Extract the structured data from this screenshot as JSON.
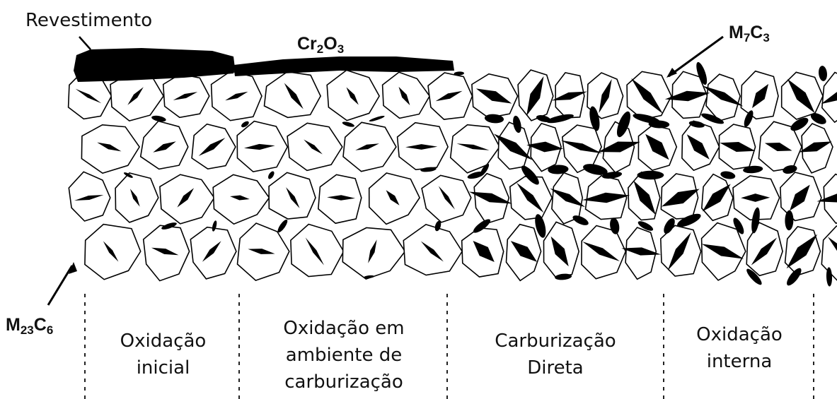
{
  "labels": {
    "coating": "Revestimento",
    "cr2o3": {
      "base1": "Cr",
      "sub1": "2",
      "base2": "O",
      "sub2": "3"
    },
    "m7c3": {
      "base1": "M",
      "sub1": "7",
      "base2": "C",
      "sub2": "3"
    },
    "m23c6": {
      "base1": "M",
      "sub1": "23",
      "base2": "C",
      "sub2": "6"
    }
  },
  "zones": [
    {
      "lines": [
        "Oxidação",
        "inicial"
      ]
    },
    {
      "lines": [
        "Oxidação em",
        "ambiente de",
        "carburização"
      ]
    },
    {
      "lines": [
        "Carburização",
        "Direta"
      ]
    },
    {
      "lines": [
        "Oxidação",
        "interna"
      ]
    }
  ],
  "colors": {
    "ink": "#000000",
    "grain_fill": "#ffffff"
  }
}
